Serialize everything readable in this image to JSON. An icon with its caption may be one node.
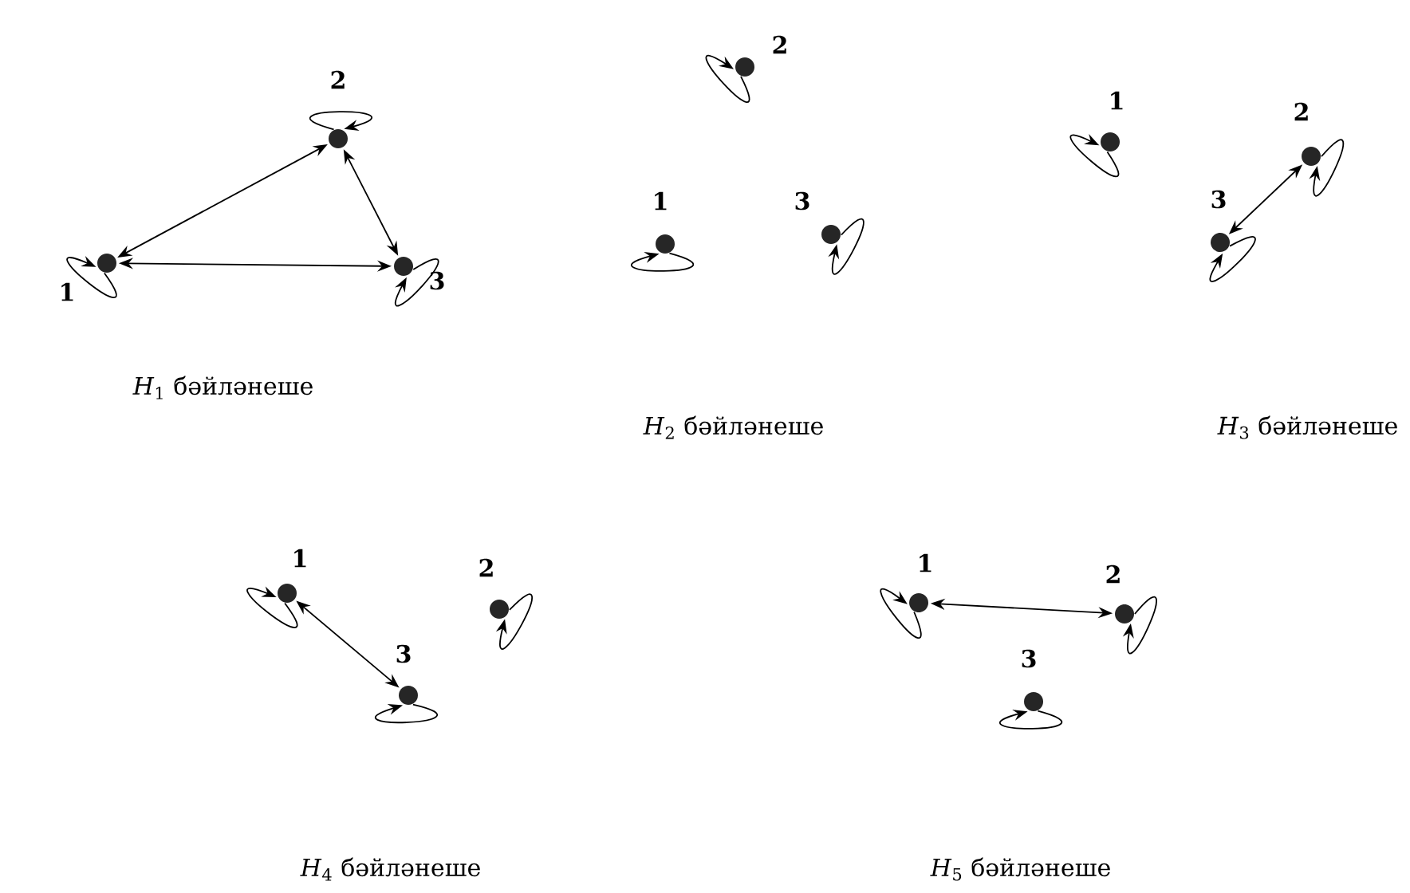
{
  "diagram": {
    "nodes": [
      {
        "text": [
          "1"
        ]
      },
      {
        "text": [
          "2"
        ]
      },
      {
        "text": [
          "3"
        ]
      },
      {
        "text": [
          "1"
        ]
      },
      {
        "text": [
          "2"
        ]
      },
      {
        "text": [
          "3"
        ]
      },
      {
        "text": [
          "1"
        ]
      },
      {
        "text": [
          "2"
        ]
      },
      {
        "text": [
          "3"
        ]
      },
      {
        "text": [
          "1"
        ]
      },
      {
        "text": [
          "2"
        ]
      },
      {
        "text": [
          "3"
        ]
      },
      {
        "text": [
          "1"
        ]
      },
      {
        "text": [
          "2"
        ]
      },
      {
        "text": [
          "3"
        ]
      }
    ],
    "edges": [
      {
        "from": 0,
        "to": 0,
        "arrow": "to"
      },
      {
        "from": 1,
        "to": 1,
        "arrow": "to"
      },
      {
        "from": 2,
        "to": 2,
        "arrow": "to"
      },
      {
        "from": 0,
        "to": 1,
        "arrow": "both"
      },
      {
        "from": 0,
        "to": 2,
        "arrow": "both"
      },
      {
        "from": 1,
        "to": 2,
        "arrow": "both"
      },
      {
        "from": 3,
        "to": 3,
        "arrow": "to"
      },
      {
        "from": 4,
        "to": 4,
        "arrow": "to"
      },
      {
        "from": 5,
        "to": 5,
        "arrow": "to"
      },
      {
        "from": 6,
        "to": 6,
        "arrow": "to"
      },
      {
        "from": 7,
        "to": 7,
        "arrow": "to"
      },
      {
        "from": 8,
        "to": 8,
        "arrow": "to"
      },
      {
        "from": 7,
        "to": 8,
        "arrow": "both"
      },
      {
        "from": 9,
        "to": 9,
        "arrow": "to"
      },
      {
        "from": 10,
        "to": 10,
        "arrow": "to"
      },
      {
        "from": 11,
        "to": 11,
        "arrow": "to"
      },
      {
        "from": 9,
        "to": 11,
        "arrow": "both"
      },
      {
        "from": 12,
        "to": 12,
        "arrow": "to"
      },
      {
        "from": 13,
        "to": 13,
        "arrow": "to"
      },
      {
        "from": 14,
        "to": 14,
        "arrow": "to"
      },
      {
        "from": 12,
        "to": 13,
        "arrow": "both"
      }
    ],
    "labels": [
      "*H*$_{1}$ бәйләнеше",
      "*H*$_{2}$ бәйләнеше",
      "*H*$_{3}$ бәйләнеше",
      "*H*$_{4}$ бәйләнеше",
      "*H*$_{5}$ бәйләнеше"
    ]
  }
}
